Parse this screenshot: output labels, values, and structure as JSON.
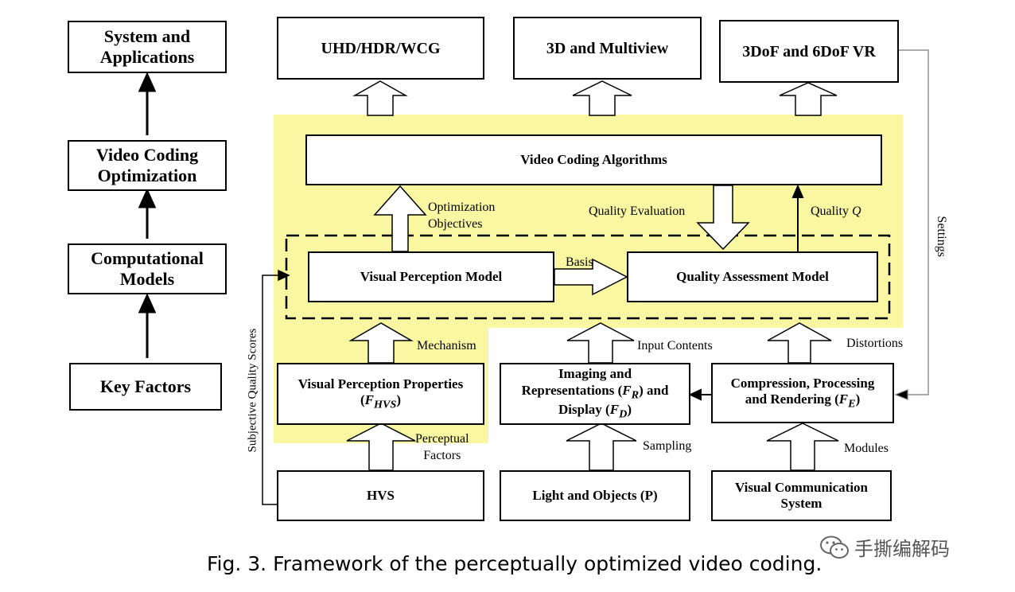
{
  "left_chain": {
    "system_applications": "System and\nApplications",
    "video_coding_optimization": "Video Coding\nOptimization",
    "computational_models": "Computational\nModels",
    "key_factors": "Key Factors"
  },
  "applications": {
    "uhd": "UHD/HDR/WCG",
    "multiview": "3D and Multiview",
    "vr": "3DoF and 6DoF VR"
  },
  "core": {
    "video_coding_algorithms": "Video Coding Algorithms",
    "visual_perception_model": "Visual Perception Model",
    "quality_assessment_model": "Quality Assessment Model"
  },
  "middle": {
    "visual_perception_properties": "Visual Perception Properties",
    "vpp_symbol": "F",
    "vpp_sub": "HVS",
    "imaging_line1": "Imaging and",
    "imaging_line2a": "Representations (",
    "imaging_fr": "F",
    "imaging_fr_sub": "R",
    "imaging_line2b": ") and",
    "imaging_line3a": "Display (",
    "imaging_fd": "F",
    "imaging_fd_sub": "D",
    "imaging_line3b": ")",
    "compression_line1": "Compression, Processing",
    "compression_line2a": "and Rendering (",
    "compression_fe": "F",
    "compression_fe_sub": "E",
    "compression_line2b": ")"
  },
  "bottom": {
    "hvs": "HVS",
    "light_objects": "Light and Objects (P)",
    "vcs": "Visual Communication\nSystem"
  },
  "labels": {
    "optimization_objectives": "Optimization\nObjectives",
    "quality_evaluation": "Quality Evaluation",
    "quality_q": "Quality ",
    "quality_q_sym": "Q",
    "basis": "Basis",
    "mechanism": "Mechanism",
    "input_contents": "Input Contents",
    "distortions": "Distortions",
    "perceptual_factors": "Perceptual\nFactors",
    "sampling": "Sampling",
    "modules": "Modules",
    "settings": "Settings",
    "subjective_quality_scores": "Subjective Quality Scores"
  },
  "caption": "Fig. 3.  Framework of the perceptually optimized video coding.",
  "watermark": "手撕编解码",
  "colors": {
    "highlight": "#FAF7A2",
    "line": "#000000",
    "settings_line": "#777777"
  }
}
